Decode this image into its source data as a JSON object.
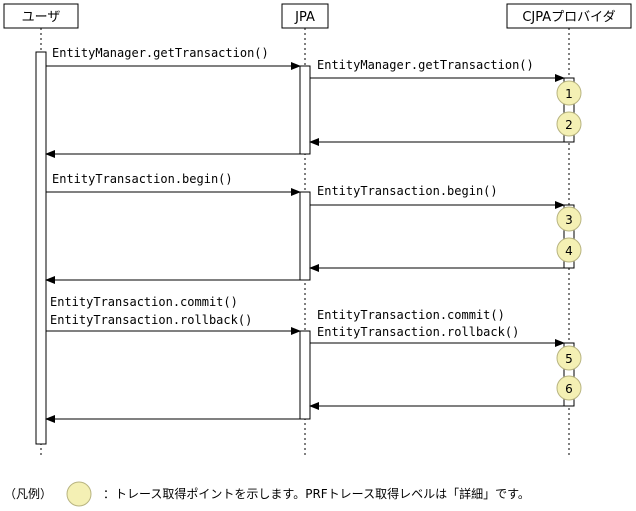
{
  "participants": [
    "ユーザ",
    "JPA",
    "CJPAプロバイダ"
  ],
  "calls": [
    {
      "user_to_jpa": [
        "EntityManager.getTransaction()"
      ],
      "jpa_to_provider": [
        "EntityManager.getTransaction()"
      ],
      "trace_points": [
        "1",
        "2"
      ]
    },
    {
      "user_to_jpa": [
        "EntityTransaction.begin()"
      ],
      "jpa_to_provider": [
        "EntityTransaction.begin()"
      ],
      "trace_points": [
        "3",
        "4"
      ]
    },
    {
      "user_to_jpa": [
        "EntityTransaction.commit()",
        "EntityTransaction.rollback()"
      ],
      "jpa_to_provider": [
        "EntityTransaction.commit()",
        "EntityTransaction.rollback()"
      ],
      "trace_points": [
        "5",
        "6"
      ]
    }
  ],
  "legend": {
    "label": "（凡例）",
    "description": "：トレース取得ポイントを示します。PRFトレース取得レベルは「詳細」です。"
  },
  "colors": {
    "line": "#000000",
    "trace_point_fill": "#f4f0b4",
    "trace_point_stroke": "#b8b480",
    "background": "#ffffff"
  }
}
